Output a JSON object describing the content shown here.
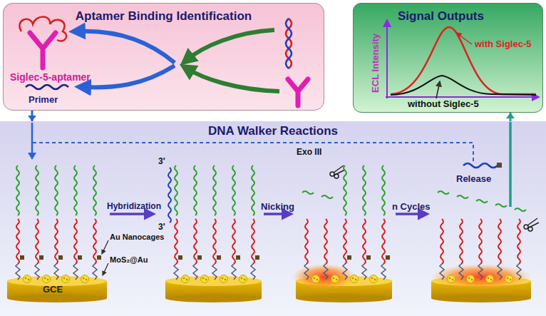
{
  "diagram": {
    "nodes": [
      {
        "text": [
          "Aptamer Binding Identification"
        ]
      },
      {
        "text": [
          "Signal Outputs"
        ]
      },
      {
        "text": [
          "DNA Walker Reactions"
        ]
      }
    ],
    "edges": [
      {
        "from": 0,
        "to": 2,
        "arrow": "to"
      },
      {
        "from": 2,
        "to": 1,
        "arrow": "to"
      }
    ],
    "labels": [
      "Siglec-5-aptamer",
      "Primer",
      "ECL Intensity",
      "with Siglec-5",
      "without Siglec-5",
      "Hybridization",
      "Nicking",
      "Exo III",
      "n Cycles",
      "Release",
      "Au Nanocages",
      "MoS₂@Au",
      "GCE",
      "3'",
      "3'"
    ]
  }
}
